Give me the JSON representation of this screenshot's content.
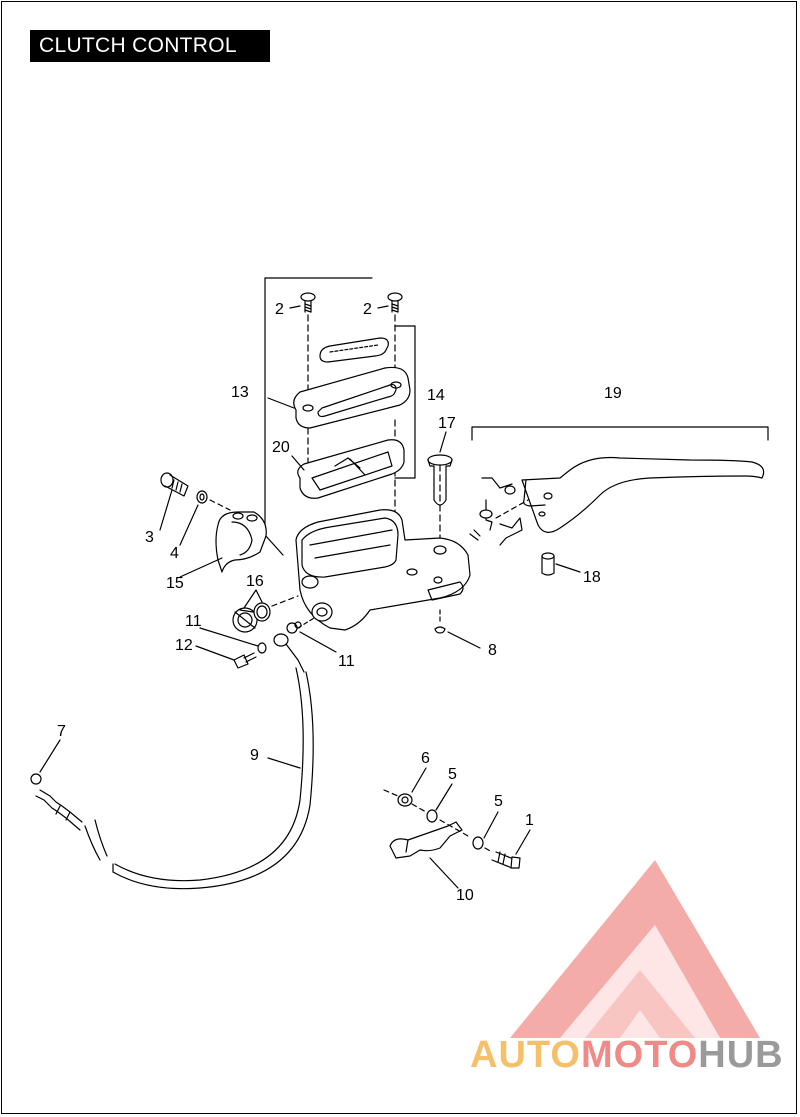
{
  "title": "CLUTCH CONTROL",
  "callouts": {
    "c1": "1",
    "c2a": "2",
    "c2b": "2",
    "c3": "3",
    "c4": "4",
    "c5a": "5",
    "c5b": "5",
    "c6": "6",
    "c7": "7",
    "c8": "8",
    "c9": "9",
    "c10": "10",
    "c11a": "11",
    "c11b": "11",
    "c12": "12",
    "c13": "13",
    "c14": "14",
    "c15": "15",
    "c16": "16",
    "c17": "17",
    "c18": "18",
    "c19": "19",
    "c20": "20"
  },
  "watermark": {
    "part1": "AUTO",
    "part2": "MOTO",
    "part3": "HUB",
    "colors": {
      "orange": "#f6c06a",
      "red": "#f08a86",
      "gray": "#9a9a9a"
    }
  }
}
